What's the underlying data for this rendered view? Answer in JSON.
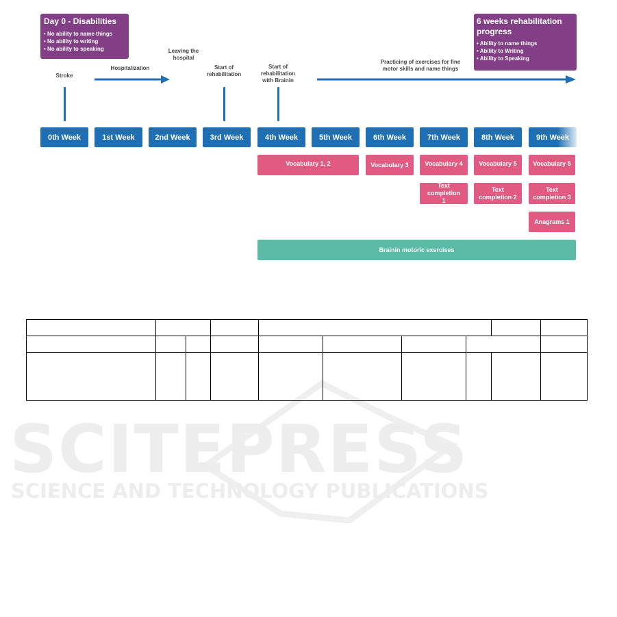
{
  "day0": {
    "title": "Day 0 - Disabilities",
    "items": [
      "No ability to name things",
      "No ability to writing",
      "No ability to speaking"
    ]
  },
  "progress": {
    "title": "6 weeks rehabilitation progress",
    "items": [
      "Ability to name things",
      "Ability to Writing",
      "Ability to Speaking"
    ]
  },
  "labels": {
    "stroke": "Stroke",
    "hospitalization": "Hospitalization",
    "leaving": "Leaving the hospital",
    "start_rehab": "Start of rehabilitation",
    "start_brainin": "Start of rehabilitation with Brainin",
    "practicing": "Practicing of exercises for fine motor skills and name things"
  },
  "weeks": [
    "0th Week",
    "1st Week",
    "2nd Week",
    "3rd Week",
    "4th Week",
    "5th Week",
    "6th Week",
    "7th Week",
    "8th Week",
    "9th Week"
  ],
  "tasks": {
    "vocab12": "Vocabulary 1, 2",
    "vocab3": "Vocabulary 3",
    "vocab4": "Vocabulary 4",
    "vocab5a": "Vocabulary 5",
    "vocab5b": "Vocabulary 5",
    "text1": "Text completion 1",
    "text2": "Text completion 2",
    "text3": "Text completion 3",
    "anagrams": "Anagrams 1",
    "motoric": "Brainin motoric exercises"
  },
  "watermark": {
    "line1": "SCITEPRESS",
    "line2": "SCIENCE AND TECHNOLOGY PUBLICATIONS"
  },
  "colors": {
    "purple": "#833f86",
    "week_blue": "#1f6fb4",
    "task_pink": "#e05a82",
    "motoric_teal": "#5bbba7"
  }
}
